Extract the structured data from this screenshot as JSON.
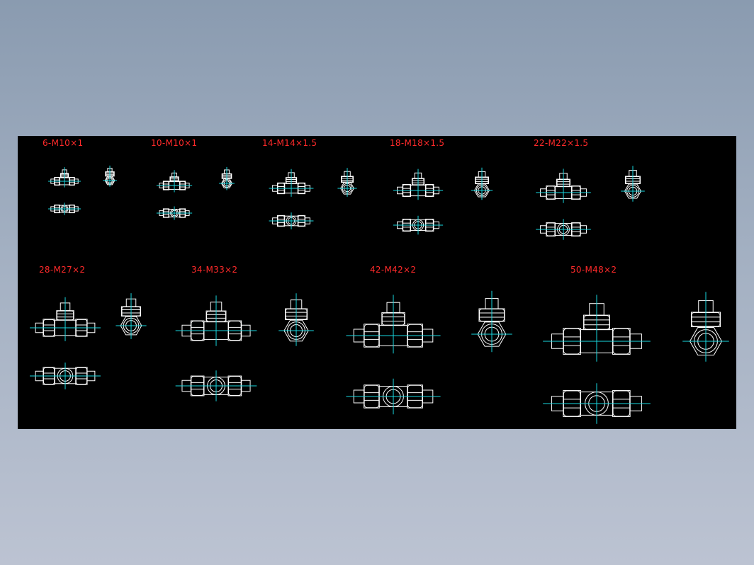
{
  "colors": {
    "background_gradient_top": "#8a9bb0",
    "background_gradient_bottom": "#bcc3d2",
    "canvas": "#000000",
    "label": "#ff2a2a",
    "outline": "#ffffff",
    "centerline": "#19d8e0"
  },
  "groups": [
    {
      "label": "6-M10×1"
    },
    {
      "label": "10-M10×1"
    },
    {
      "label": "14-M14×1.5"
    },
    {
      "label": "18-M18×1.5"
    },
    {
      "label": "22-M22×1.5"
    },
    {
      "label": "28-M27×2"
    },
    {
      "label": "34-M33×2"
    },
    {
      "label": "42-M42×2"
    },
    {
      "label": "50-M48×2"
    }
  ]
}
